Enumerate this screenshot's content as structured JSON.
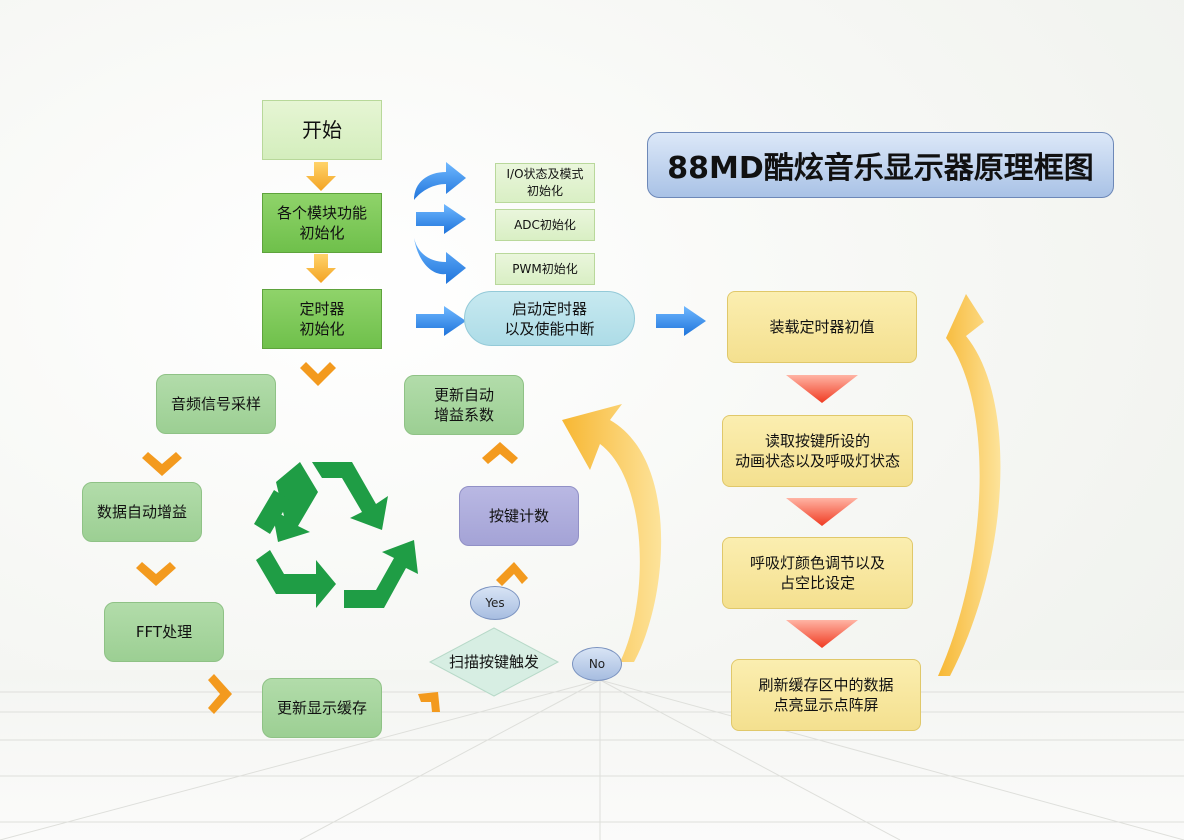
{
  "title": "88MD酷炫音乐显示器原理框图",
  "nodes": {
    "start": "开始",
    "init_modules": "各个模块功能\n初始化",
    "timer_init": "定时器\n初始化",
    "io_init": "I/O状态及模式\n初始化",
    "adc_init": "ADC初始化",
    "pwm_init": "PWM初始化",
    "start_timer": "启动定时器\n以及使能中断",
    "load_timer": "装载定时器初值",
    "read_keys": "读取按键所设的\n动画状态以及呼吸灯状态",
    "breath_color": "呼吸灯颜色调节以及\n占空比设定",
    "refresh": "刷新缓存区中的数据\n点亮显示点阵屏",
    "audio_sample": "音频信号采样",
    "auto_gain": "数据自动增益",
    "fft": "FFT处理",
    "update_display": "更新显示缓存",
    "scan_keys": "扫描按键触发",
    "key_count": "按键计数",
    "update_gain": "更新自动\n增益系数"
  },
  "labels": {
    "yes": "Yes",
    "no": "No"
  },
  "colors": {
    "green_dark": "#6fc04b",
    "green_light": "#d4eebd",
    "cyan": "#addce7",
    "lavender": "#a4a3d6",
    "yellow": "#f4e08f",
    "blue_arrow": "#2f86e8",
    "orange_arrow": "#f39a1e",
    "red_arrow": "#f24a2a",
    "recycle": "#1f9d45"
  }
}
